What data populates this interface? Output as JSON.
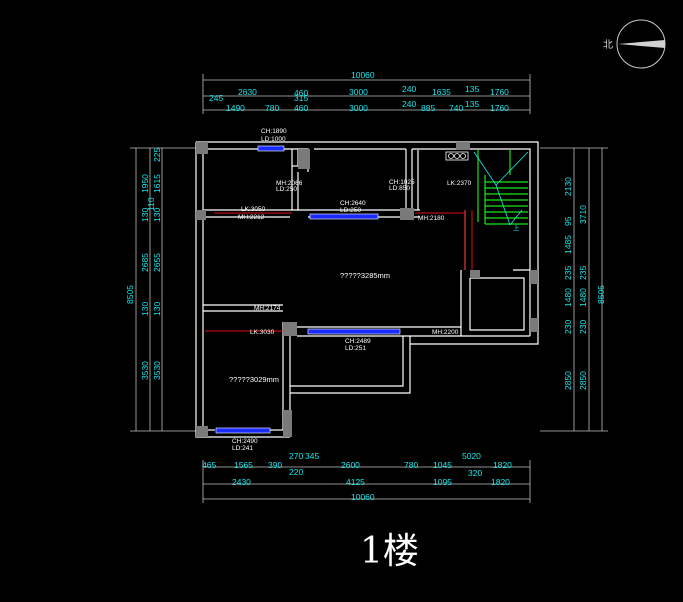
{
  "title": "1楼",
  "compass": {
    "label": "北"
  },
  "colors": {
    "background": "#000000",
    "wall": "#ffffff",
    "dimension": "#19e6ec",
    "window": "#1a2bff",
    "opening": "#e01010",
    "stair": "#19e619",
    "column": "#777777"
  },
  "dims": {
    "top_total": "10060",
    "top_row1": [
      "245",
      "2630",
      "460",
      "315",
      "3000",
      "240",
      "1635",
      "135",
      "1760"
    ],
    "top_row2": [
      "1490",
      "780",
      "460",
      "3000",
      "240",
      "885",
      "740",
      "135",
      "1760"
    ],
    "bottom_row1": [
      "465",
      "1565",
      "390",
      "270",
      "220",
      "345",
      "2600",
      "780",
      "1045",
      "5020",
      "320",
      "1820"
    ],
    "bottom_row2": [
      "2430",
      "4125",
      "1095",
      "1820"
    ],
    "bottom_total": "10060",
    "left_total": "8505",
    "left_inner": [
      "225",
      "1615",
      "1950",
      "110",
      "130",
      "130",
      "2655",
      "2685",
      "130",
      "130",
      "3530",
      "3530"
    ],
    "right_total": "8505",
    "right_inner": [
      "2130",
      "3710",
      "95",
      "1485",
      "235",
      "235",
      "1480",
      "1480",
      "230",
      "230",
      "2850",
      "2850"
    ]
  },
  "labels": {
    "ch1890": "CH:1890",
    "ld1000": "LD:1000",
    "mh2066": "MH:2066",
    "ld250a": "LD:250",
    "ch1025": "CH:1025",
    "ld850": "LD:850",
    "lk2370": "LK:2370",
    "lk3050": "LK:3050",
    "mh2212": "MH:2212",
    "ch2640": "CH:2640",
    "ld250b": "LD:250",
    "mh2180": "MH:2180",
    "room_main": "?????3285mm",
    "mh2174": "MH:2174",
    "lk3030": "LK:3030",
    "ch2489": "CH:2489",
    "ld251": "LD:251",
    "mh2200": "MH:2200",
    "room_side": "?????3029mm",
    "ch2490": "CH:2490",
    "ld241": "LD:241",
    "stair_up": "上"
  }
}
